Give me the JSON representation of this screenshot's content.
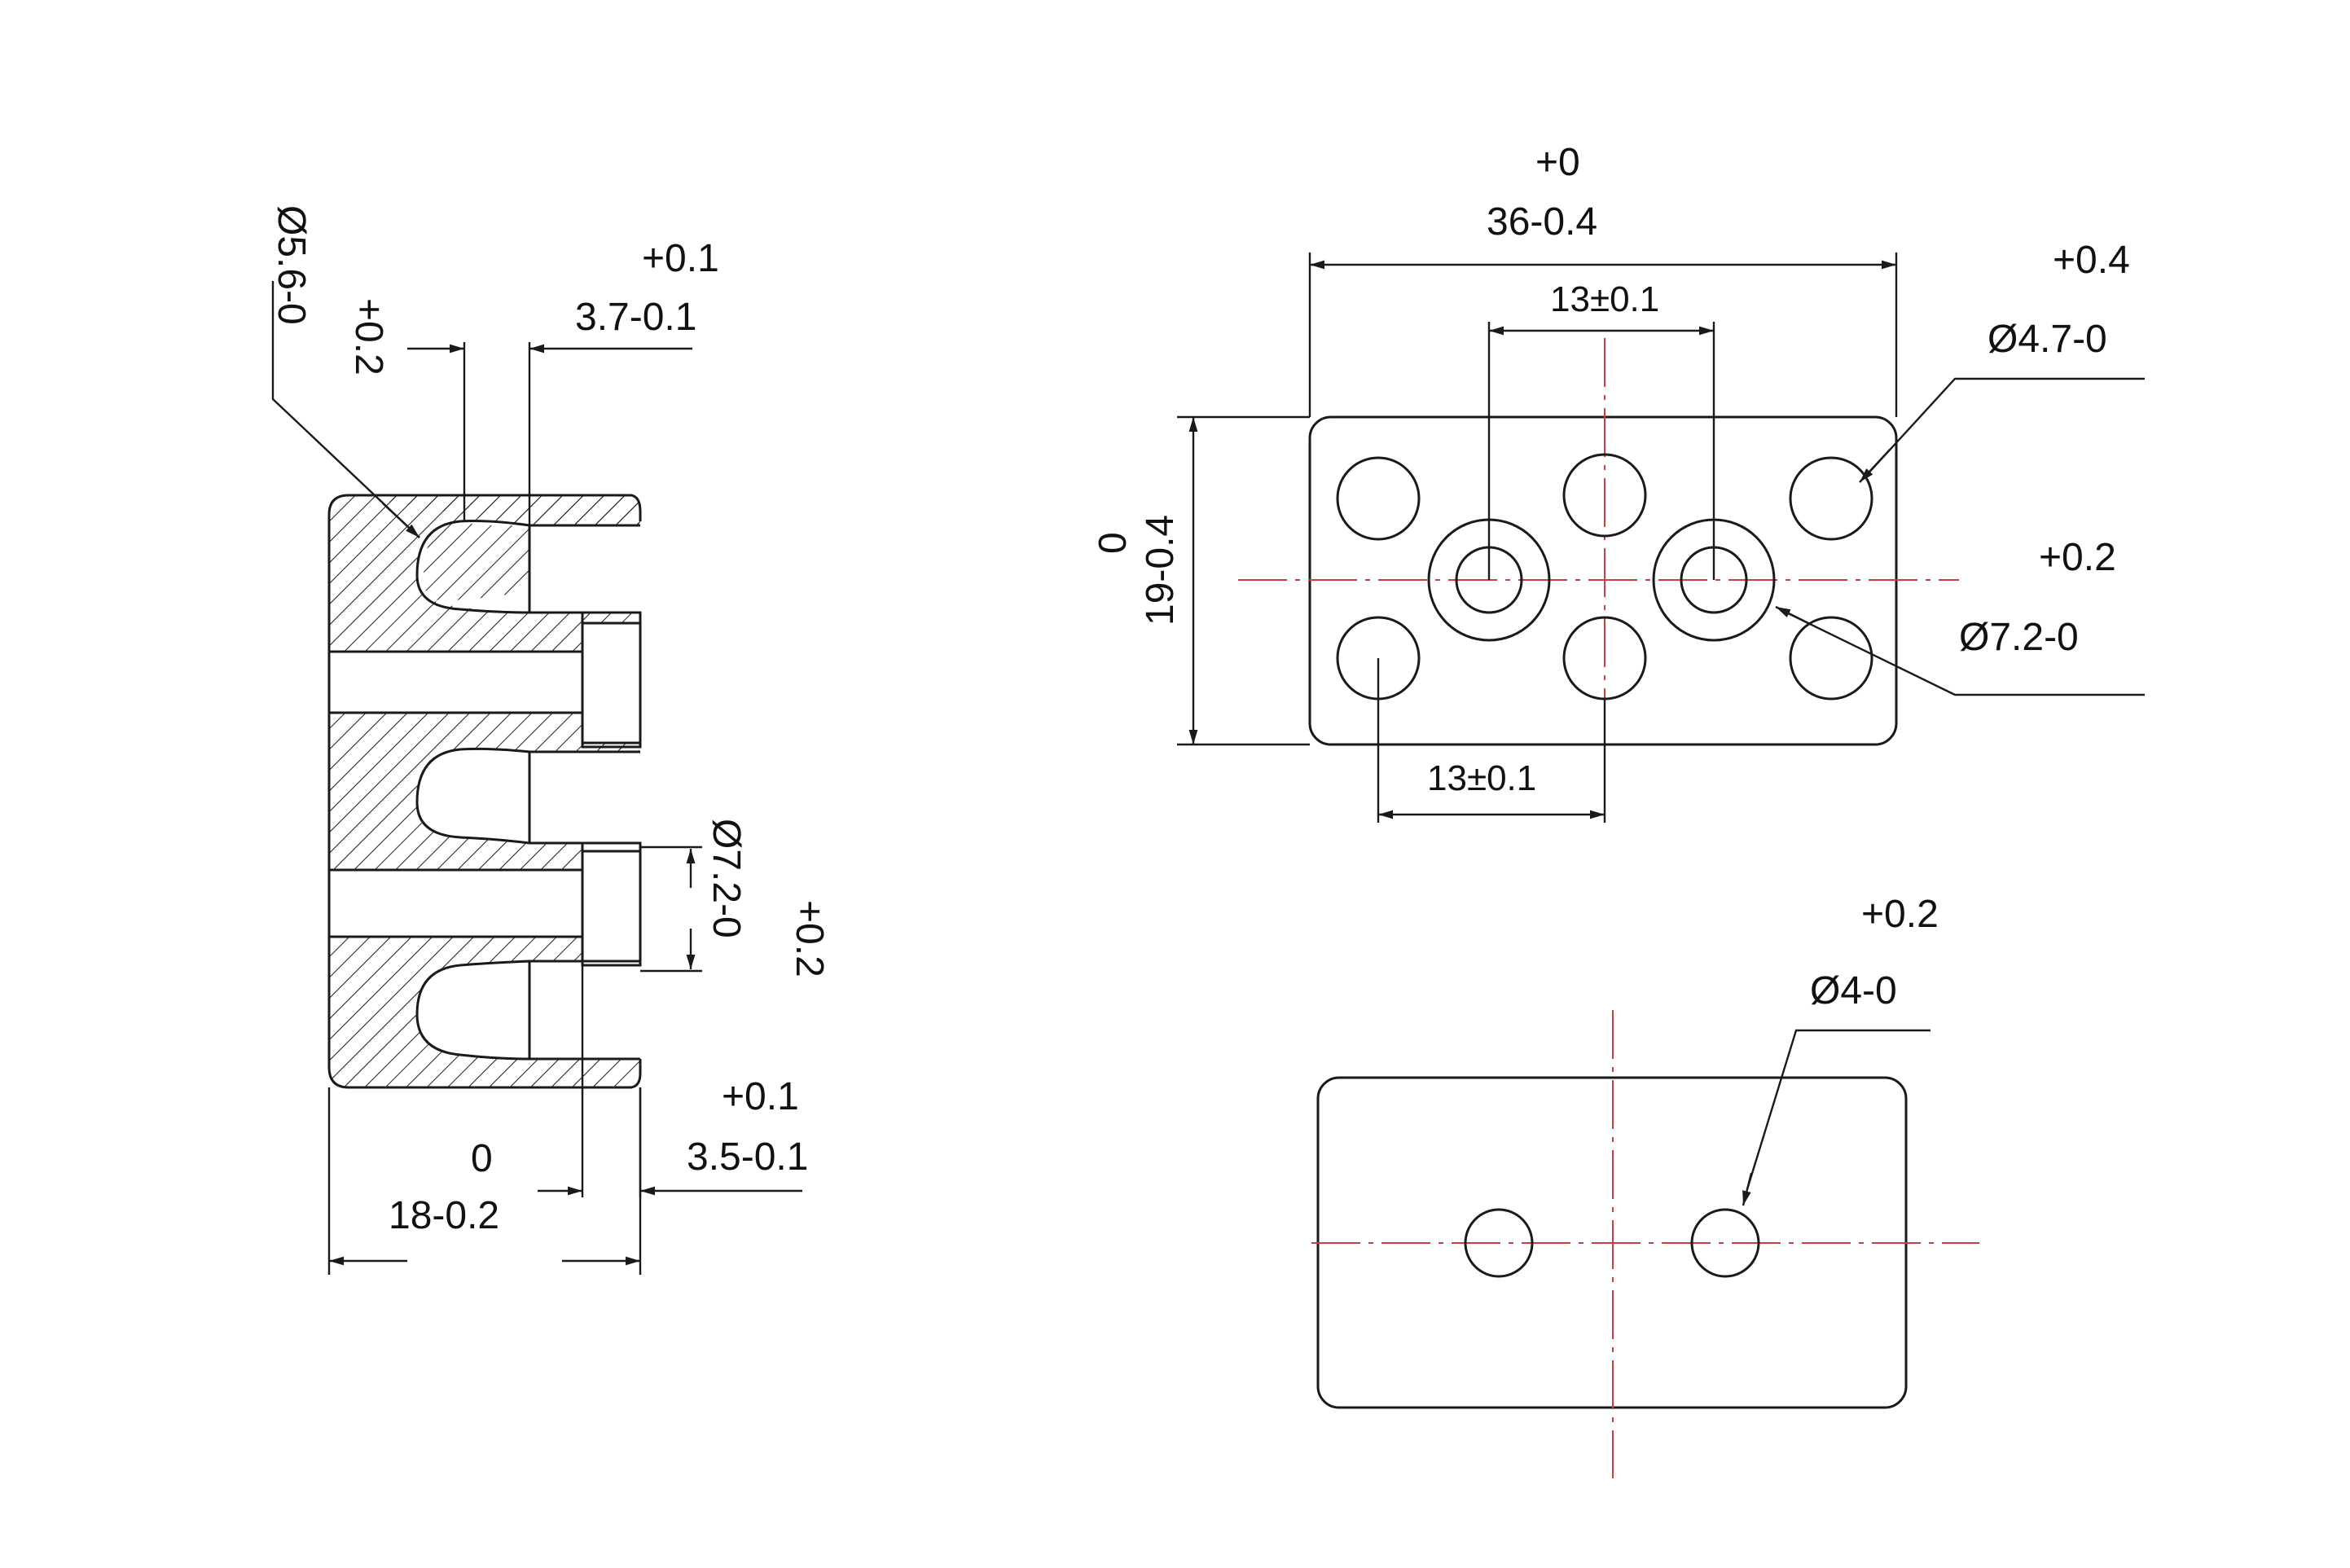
{
  "colors": {
    "line": "#1a1a1a",
    "center_line": "#d23c3c",
    "background": "#ffffff"
  },
  "section_view": {
    "hole_dia_tol": "+0.2",
    "hole_dia": "Ø5.6-0",
    "counterbore_tol": "+0.1",
    "counterbore_width": "3.7-0.1",
    "slot_dia": "Ø7.2-0",
    "slot_dia_tol": "+0.2",
    "step_tol": "+0.1",
    "step_depth": "3.5-0.1",
    "thickness_tol": "0",
    "thickness": "18-0.2"
  },
  "top_view": {
    "length_tol": "+0",
    "length": "36-0.4",
    "pitch_top": "13±0.1",
    "pitch_bottom": "13±0.1",
    "width_tol": "0",
    "width": "19-0.4",
    "small_hole_tol": "+0.4",
    "small_hole_dia": "Ø4.7-0",
    "large_hole_tol": "+0.2",
    "large_hole_dia": "Ø7.2-0"
  },
  "bottom_view": {
    "hole_tol": "+0.2",
    "hole_dia": "Ø4-0"
  }
}
